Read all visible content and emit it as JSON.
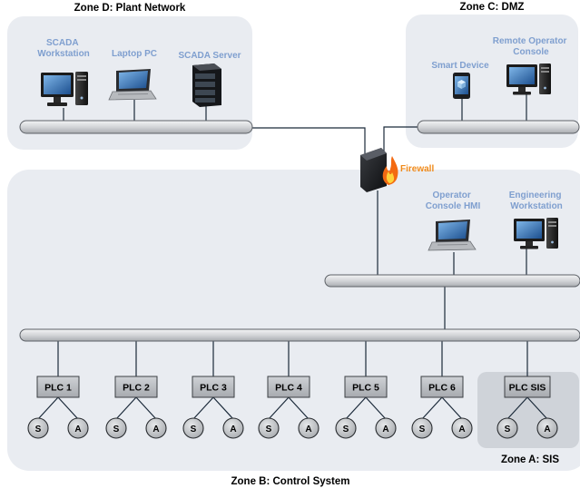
{
  "zones": {
    "plant_network": "Zone D: Plant Network",
    "dmz": "Zone C: DMZ",
    "control_system": "Zone B: Control System",
    "sis": "Zone A: SIS"
  },
  "devices": {
    "scada_workstation": [
      "SCADA",
      "Workstation"
    ],
    "laptop_pc": "Laptop PC",
    "scada_server": "SCADA Server",
    "smart_device": "Smart Device",
    "remote_operator_console": [
      "Remote Operator",
      "Console"
    ],
    "firewall": "Firewall",
    "operator_console_hmi": [
      "Operator",
      "Console HMI"
    ],
    "engineering_workstation": [
      "Engineering",
      "Workstation"
    ]
  },
  "plcs": [
    "PLC 1",
    "PLC 2",
    "PLC 3",
    "PLC 4",
    "PLC 5",
    "PLC 6",
    "PLC SIS"
  ],
  "io": {
    "sensor": "S",
    "actuator": "A"
  },
  "colors": {
    "zone_fill": "#e9ecf1",
    "sis_fill": "#cfd3d9",
    "device_label": "#7f9fcf",
    "firewall_label": "#f08a1a",
    "plc_fill": "#b9bcc1",
    "io_fill": "#c9ccd0",
    "bus_fill": "#d6d8db"
  },
  "icons": [
    "monitor-icon",
    "pc-tower-icon",
    "laptop-icon",
    "server-rack-icon",
    "tablet-icon",
    "firewall-icon",
    "flame-icon"
  ]
}
